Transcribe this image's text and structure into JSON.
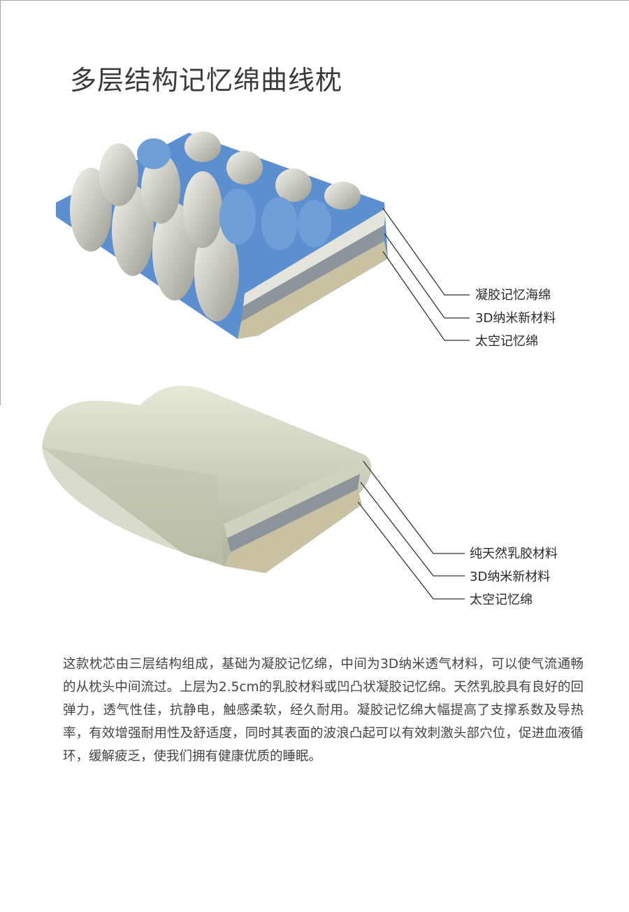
{
  "title": "多层结构记忆绵曲线枕",
  "pillow_top": {
    "labels": [
      "凝胶记忆海绵",
      "3D纳米新材料",
      "太空记忆绵"
    ]
  },
  "pillow_bottom": {
    "labels": [
      "纯天然乳胶材料",
      "3D纳米新材料",
      "太空记忆绵"
    ]
  },
  "description": "这款枕芯由三层结构组成，基础为凝胶记忆绵，中间为3D纳米透气材料，可以使气流通畅的从枕头中间流过。上层为2.5cm的乳胶材料或凹凸状凝胶记忆绵。天然乳胶具有良好的回弹力，透气性佳，抗静电，触感柔软，经久耐用。凝胶记忆绵大幅提高了支撑系数及导热率，有效增强耐用性及舒适度，同时其表面的波浪凸起可以有效刺激头部穴位，促进血液循环，缓解疲乏，使我们拥有健康优质的睡眠。",
  "colors": {
    "gel_blue": "#5b8fcf",
    "gel_white": "#e4e4dc",
    "nano_grey": "#8d949c",
    "memory_beige": "#c9c2a2",
    "latex": "#cfd2bd"
  }
}
